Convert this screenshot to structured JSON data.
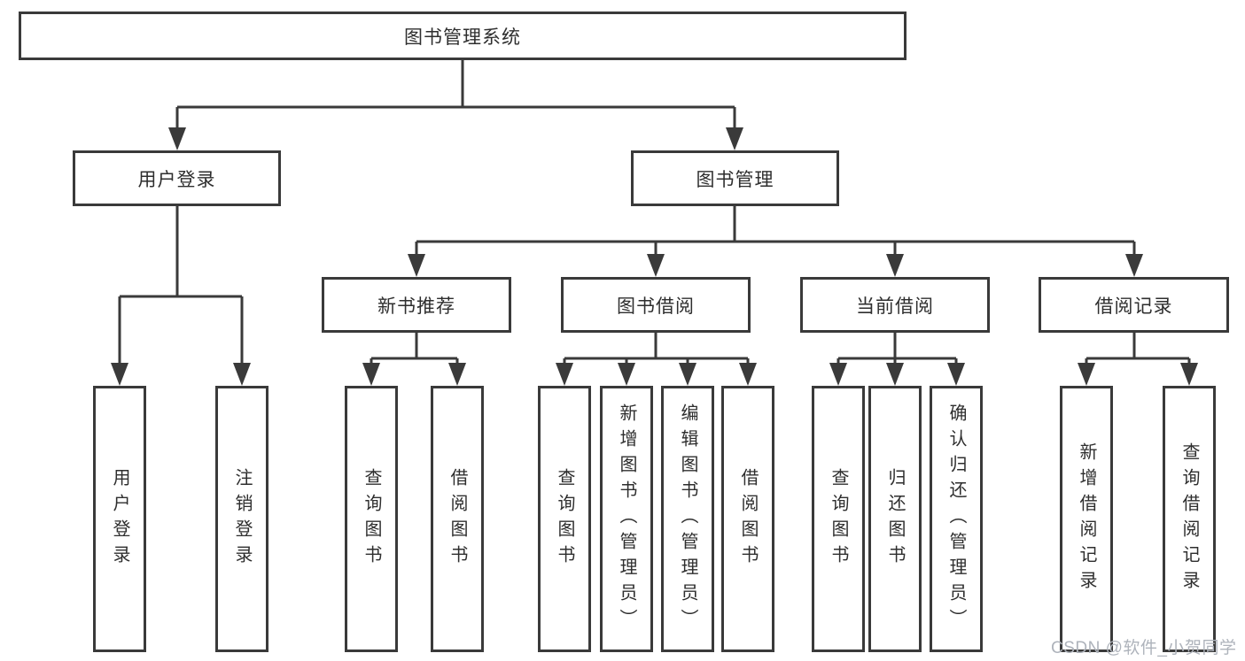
{
  "diagram": {
    "root": {
      "label": "图书管理系统"
    },
    "level2": [
      {
        "label": "用户登录"
      },
      {
        "label": "图书管理"
      }
    ],
    "level3": [
      {
        "label": "新书推荐"
      },
      {
        "label": "图书借阅"
      },
      {
        "label": "当前借阅"
      },
      {
        "label": "借阅记录"
      }
    ],
    "leaves": {
      "user": [
        "用户登录",
        "注销登录"
      ],
      "newbook": [
        "查询图书",
        "借阅图书"
      ],
      "borrow": [
        "查询图书",
        "新增图书（管理员）",
        "编辑图书（管理员）",
        "借阅图书"
      ],
      "current": [
        "查询图书",
        "归还图书",
        "确认归还（管理员）"
      ],
      "records": [
        "新增借阅记录",
        "查询借阅记录"
      ]
    }
  },
  "watermark": "CSDN @软件_小贺同学",
  "colors": {
    "line": "#3a3a3a",
    "text": "#2e2e2e",
    "background": "#ffffff",
    "watermark": "#aeb3bb"
  }
}
